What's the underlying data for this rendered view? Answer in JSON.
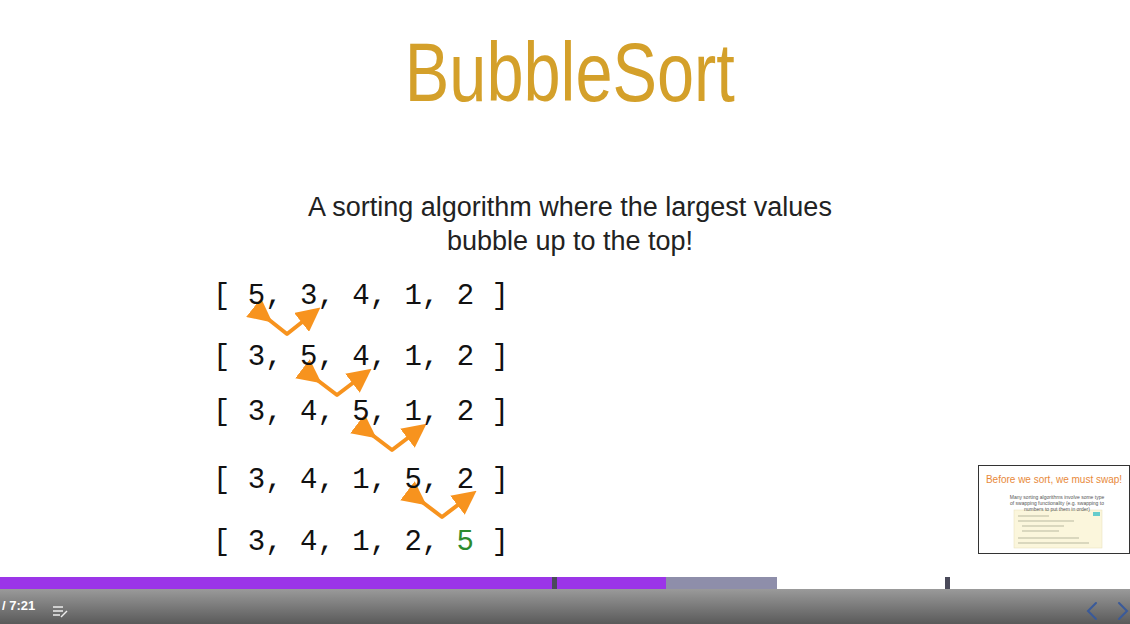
{
  "diagram": {
    "title": "BubbleSort",
    "labels": [
      "A sorting algorithm where the largest values bubble up to the top!",
      "[ 5, 3, 4, 1, 2 ]",
      "[ 3, 5, 4, 1, 2 ]",
      "[ 3, 4, 5, 1, 2 ]",
      "[ 3, 4, 1, 5, 2 ]",
      "[ 3, 4, 1, 2,",
      "5",
      "]",
      "Before we sort, we must swap!",
      "Many sorting algorithms involve some type of swapping functionality (e.g. swapping to numbers to put them in order)",
      "/ 7:21"
    ]
  }
}
